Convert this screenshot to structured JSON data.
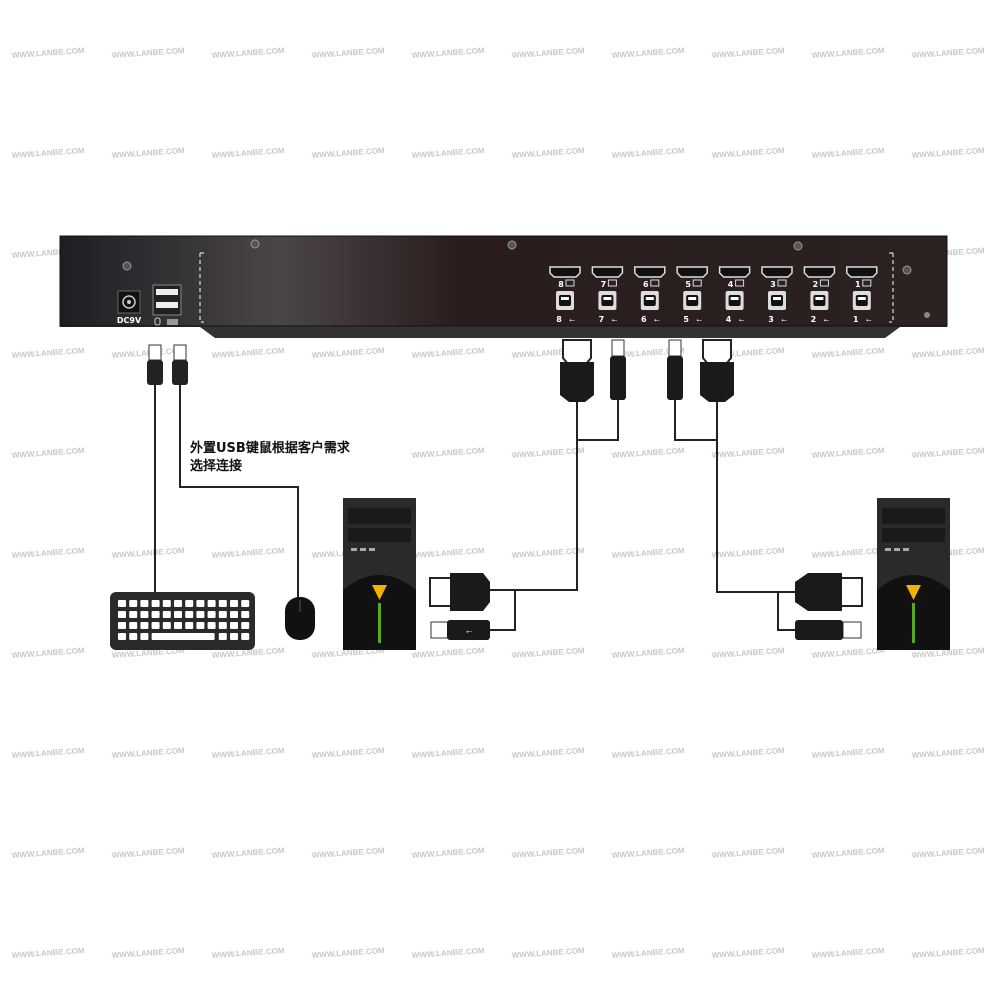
{
  "watermark": "WWW.LANBE.COM",
  "device": {
    "power_label": "DC9V",
    "ports": [
      "8",
      "7",
      "6",
      "5",
      "4",
      "3",
      "2",
      "1"
    ]
  },
  "note": {
    "line1": "外置USB键鼠根据客户需求",
    "line2": "选择连接"
  },
  "colors": {
    "device_body": "#2a1f1f",
    "cable": "#222222",
    "pc_accent": "#f0b400",
    "pc_led": "#5aa820"
  }
}
